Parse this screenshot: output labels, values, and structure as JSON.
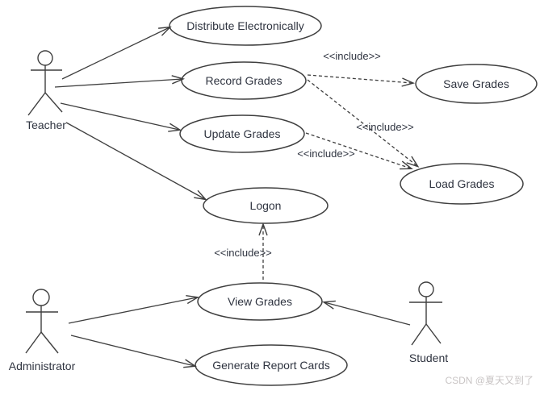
{
  "diagram_type": "uml-use-case-diagram",
  "actors": {
    "teacher": "Teacher",
    "administrator": "Administrator",
    "student": "Student"
  },
  "use_cases": {
    "distribute": "Distribute Electronically",
    "record": "Record Grades",
    "save": "Save Grades",
    "update": "Update Grades",
    "load": "Load Grades",
    "logon": "Logon",
    "view": "View Grades",
    "generate": "Generate Report Cards"
  },
  "labels": {
    "include": "<<include>>"
  },
  "watermark": "CSDN @夏天又到了",
  "colors": {
    "stroke": "#3f3f3f",
    "text": "#2f3440",
    "watermark": "#c9c5c5",
    "background": "#ffffff"
  },
  "relationships": [
    {
      "from": "Teacher",
      "to": "Distribute Electronically",
      "type": "association"
    },
    {
      "from": "Teacher",
      "to": "Record Grades",
      "type": "association"
    },
    {
      "from": "Teacher",
      "to": "Update Grades",
      "type": "association"
    },
    {
      "from": "Teacher",
      "to": "Logon",
      "type": "association"
    },
    {
      "from": "Administrator",
      "to": "View Grades",
      "type": "association"
    },
    {
      "from": "Administrator",
      "to": "Generate Report Cards",
      "type": "association"
    },
    {
      "from": "Student",
      "to": "View Grades",
      "type": "association"
    },
    {
      "from": "Record Grades",
      "to": "Save Grades",
      "type": "include"
    },
    {
      "from": "Record Grades",
      "to": "Load Grades",
      "type": "include"
    },
    {
      "from": "Update Grades",
      "to": "Load Grades",
      "type": "include"
    },
    {
      "from": "View Grades",
      "to": "Logon",
      "type": "include"
    }
  ]
}
